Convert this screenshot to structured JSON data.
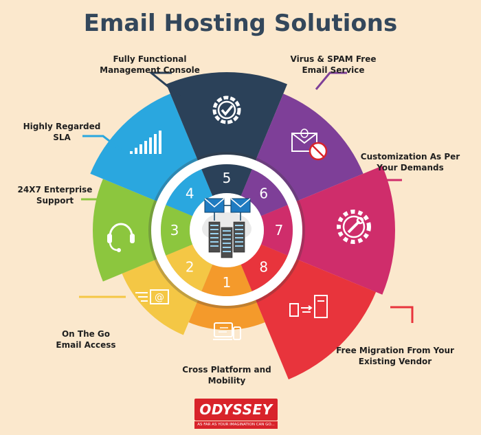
{
  "title": "Email Hosting Solutions",
  "segments": [
    {
      "number": "1",
      "label_lines": [
        "Cross Platform and",
        "Mobility"
      ],
      "color": "#f49a2b",
      "icon": "devices-sync-icon"
    },
    {
      "number": "2",
      "label_lines": [
        "On The Go",
        "Email Access"
      ],
      "color": "#f4c745",
      "icon": "email-fast-icon"
    },
    {
      "number": "3",
      "label_lines": [
        "24X7 Enterprise",
        "Support"
      ],
      "color": "#8cc63e",
      "icon": "headset-icon"
    },
    {
      "number": "4",
      "label_lines": [
        "Highly Regarded",
        "SLA"
      ],
      "color": "#2aa7df",
      "icon": "signal-bars-icon"
    },
    {
      "number": "5",
      "label_lines": [
        "Fully Functional",
        "Management Console"
      ],
      "color": "#2b4159",
      "icon": "check-gear-icon"
    },
    {
      "number": "6",
      "label_lines": [
        "Virus & SPAM Free",
        "Email Service"
      ],
      "color": "#7e3f98",
      "icon": "bug-envelope-icon"
    },
    {
      "number": "7",
      "label_lines": [
        "Customization As Per",
        "Your Demands"
      ],
      "color": "#cf2d6b",
      "icon": "wrench-gear-icon"
    },
    {
      "number": "8",
      "label_lines": [
        "Free Migration From Your",
        "Existing Vendor"
      ],
      "color": "#e8343c",
      "icon": "server-transfer-icon"
    }
  ],
  "center_icon": "email-server-cloud-icon",
  "logo": {
    "name": "ODYSSEY",
    "tagline": "AS FAR AS YOUR IMAGINATION CAN GO..."
  }
}
